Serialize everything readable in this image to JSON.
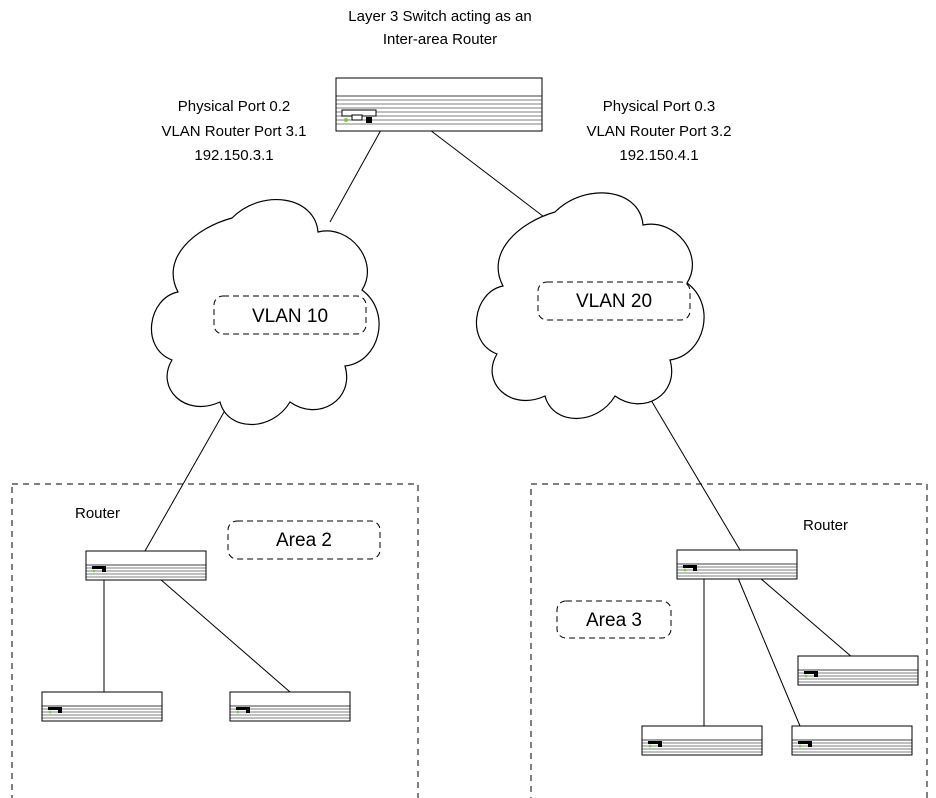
{
  "core": {
    "title_line1": "Layer 3 Switch acting as an",
    "title_line2": "Inter-area Router",
    "left_port": {
      "line1": "Physical Port 0.2",
      "line2": "VLAN Router Port 3.1",
      "line3": "192.150.3.1"
    },
    "right_port": {
      "line1": "Physical Port 0.3",
      "line2": "VLAN Router Port 3.2",
      "line3": "192.150.4.1"
    }
  },
  "vlans": {
    "left": "VLAN 10",
    "right": "VLAN 20"
  },
  "areas": {
    "left": {
      "name": "Area 2",
      "router_label": "Router"
    },
    "right": {
      "name": "Area 3",
      "router_label": "Router"
    }
  },
  "icons": {
    "device": "switch-icon",
    "cloud": "cloud-icon"
  },
  "colors": {
    "line": "#000000",
    "status_led": "#7ac943"
  }
}
